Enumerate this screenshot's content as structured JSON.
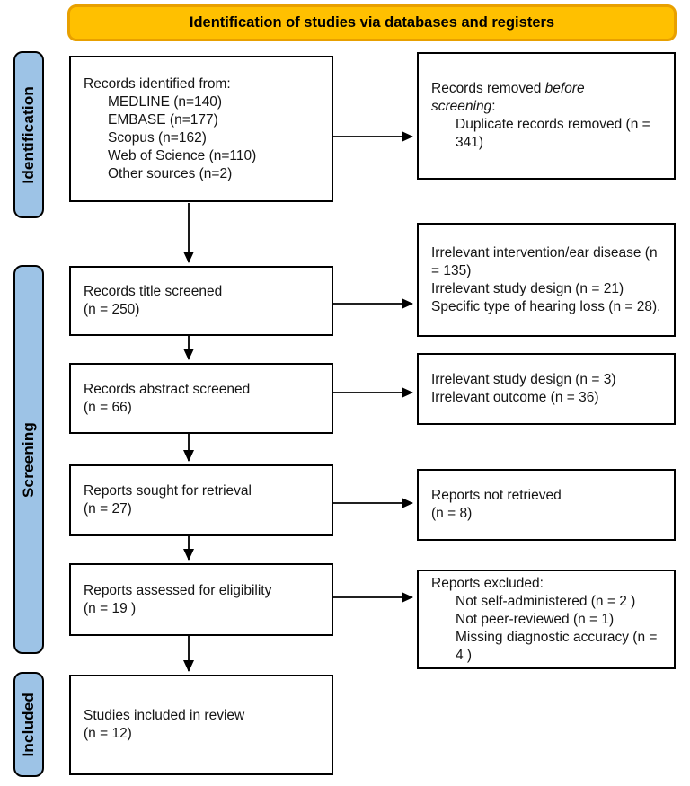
{
  "banner": {
    "label": "Identification of studies via databases and registers"
  },
  "stages": {
    "identification": "Identification",
    "screening": "Screening",
    "included": "Included"
  },
  "boxes": {
    "records_identified": {
      "title": "Records identified from:",
      "items": [
        "MEDLINE (n=140)",
        "EMBASE (n=177)",
        "Scopus (n=162)",
        "Web of Science (n=110)",
        "Other sources (n=2)"
      ]
    },
    "records_removed": {
      "prefix": "Records removed ",
      "emphasis": "before screening",
      "suffix": ":",
      "items": [
        "Duplicate records removed (n = 341)"
      ]
    },
    "title_screened": {
      "lines": [
        "Records title screened",
        "(n = 250)"
      ]
    },
    "title_excluded": {
      "lines": [
        "Irrelevant intervention/ear disease (n = 135)",
        "Irrelevant study design (n = 21)",
        "Specific type of hearing loss (n = 28)."
      ]
    },
    "abstract_screened": {
      "lines": [
        "Records abstract screened",
        "(n = 66)"
      ]
    },
    "abstract_excluded": {
      "lines": [
        "Irrelevant study design (n = 3)",
        "Irrelevant outcome (n = 36)"
      ]
    },
    "sought_retrieval": {
      "lines": [
        "Reports sought for retrieval",
        "(n = 27)"
      ]
    },
    "not_retrieved": {
      "lines": [
        "Reports not retrieved",
        "(n = 8)"
      ]
    },
    "assessed_eligibility": {
      "lines": [
        "Reports assessed for eligibility",
        "(n = 19 )"
      ]
    },
    "reports_excluded": {
      "title": "Reports excluded:",
      "items": [
        "Not self-administered (n = 2 )",
        "Not peer-reviewed (n = 1)",
        "Missing diagnostic accuracy (n = 4 )"
      ]
    },
    "studies_included": {
      "lines": [
        "Studies included in review",
        "(n = 12)"
      ]
    }
  },
  "colors": {
    "banner_fill": "#FFC000",
    "banner_border": "#E8A000",
    "stage_fill": "#9DC3E6",
    "box_border": "#000000"
  }
}
